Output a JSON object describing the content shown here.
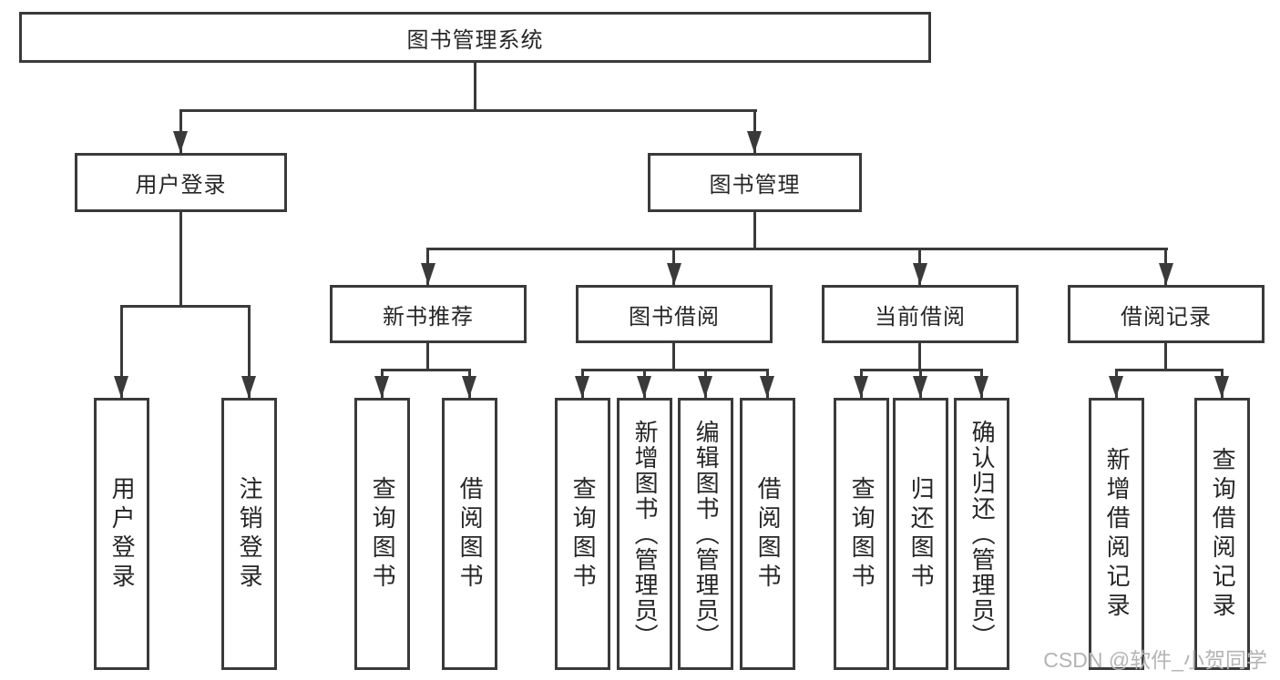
{
  "diagram": {
    "root": {
      "label": "图书管理系统"
    },
    "branches": {
      "user_login": {
        "label": "用户登录",
        "children": [
          "用户登录",
          "注销登录"
        ]
      },
      "book_management": {
        "label": "图书管理",
        "children": [
          {
            "label": "新书推荐",
            "children": [
              "查询图书",
              "借阅图书"
            ]
          },
          {
            "label": "图书借阅",
            "children": [
              "查询图书",
              "新增图书（管理员）",
              "编辑图书（管理员）",
              "借阅图书"
            ]
          },
          {
            "label": "当前借阅",
            "children": [
              "查询图书",
              "归还图书",
              "确认归还（管理员）"
            ]
          },
          {
            "label": "借阅记录",
            "children": [
              "新增借阅记录",
              "查询借阅记录"
            ]
          }
        ]
      }
    },
    "watermark": "CSDN @软件_小贺同学",
    "colors": {
      "line": "#3a3a3a",
      "text": "#262626",
      "watermark": "#b4b4b4",
      "background": "#ffffff"
    }
  }
}
